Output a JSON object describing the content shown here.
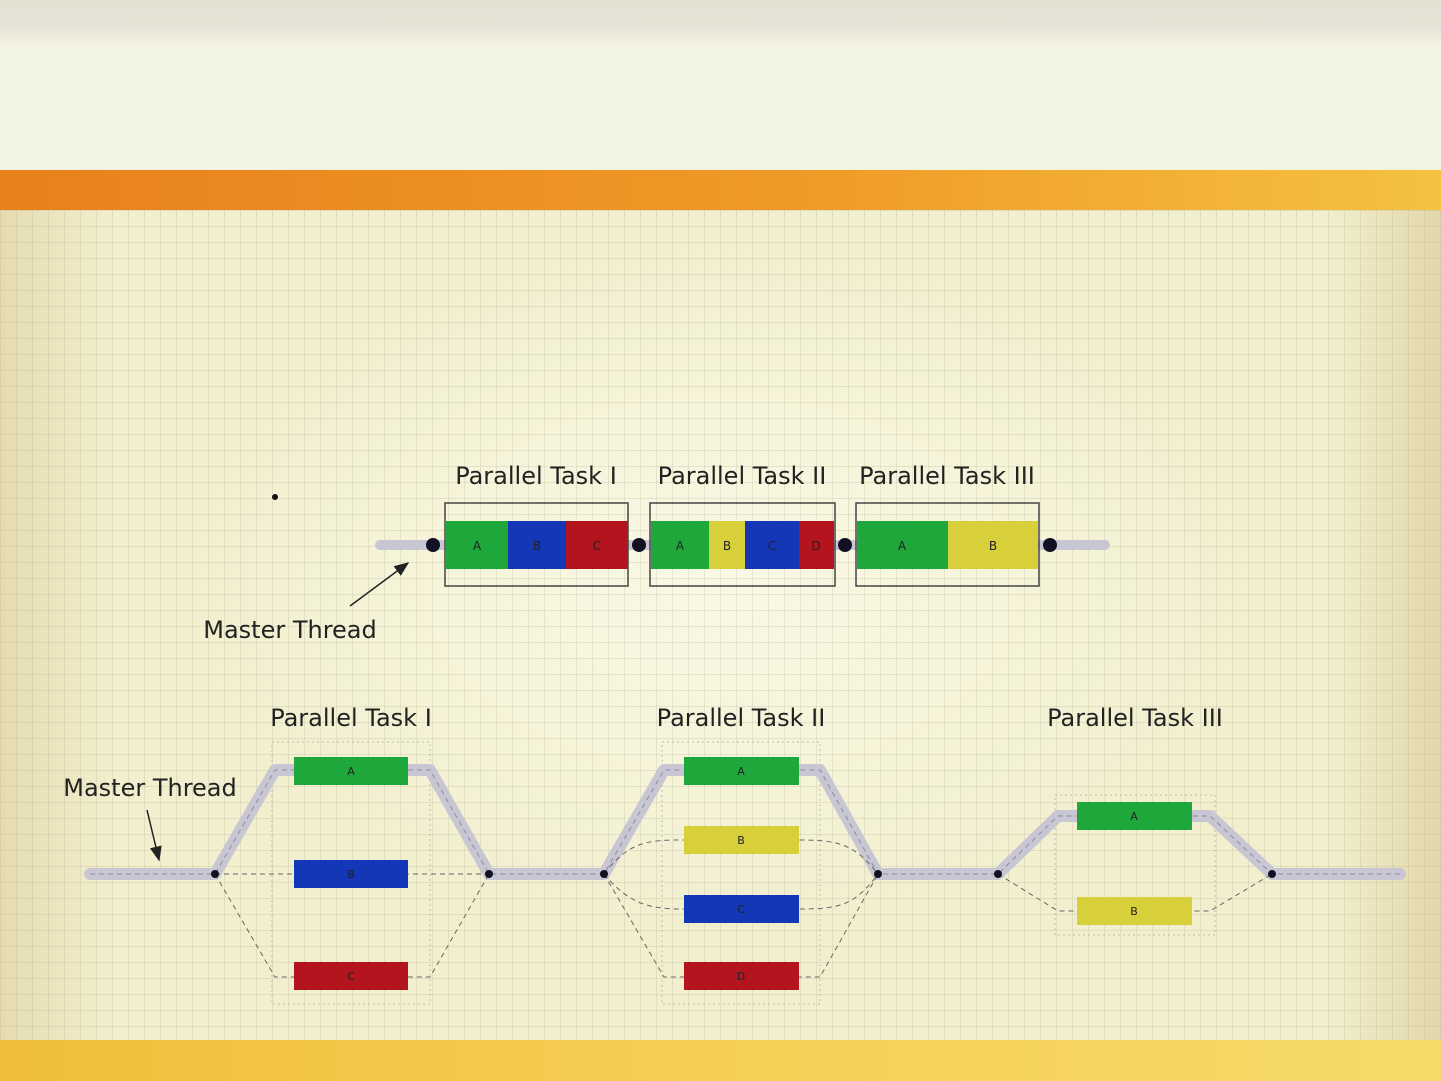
{
  "top_diagram": {
    "master_label": "Master Thread",
    "tasks": [
      {
        "title": "Parallel Task I",
        "segments": [
          "A",
          "B",
          "C"
        ]
      },
      {
        "title": "Parallel Task II",
        "segments": [
          "A",
          "B",
          "C",
          "D"
        ]
      },
      {
        "title": "Parallel Task III",
        "segments": [
          "A",
          "B"
        ]
      }
    ]
  },
  "bottom_diagram": {
    "master_label": "Master Thread",
    "tasks": [
      {
        "title": "Parallel Task I",
        "threads": [
          "A",
          "B",
          "C"
        ]
      },
      {
        "title": "Parallel Task II",
        "threads": [
          "A",
          "B",
          "C",
          "D"
        ]
      },
      {
        "title": "Parallel Task III",
        "threads": [
          "A",
          "B"
        ]
      }
    ]
  },
  "colors": {
    "green": "#1ea83c",
    "blue": "#1437b8",
    "red": "#b4141e",
    "yellow": "#d8d03a",
    "orange_band": "#ef9a26",
    "thread_line": "#c9c6d4",
    "node": "#111122"
  }
}
